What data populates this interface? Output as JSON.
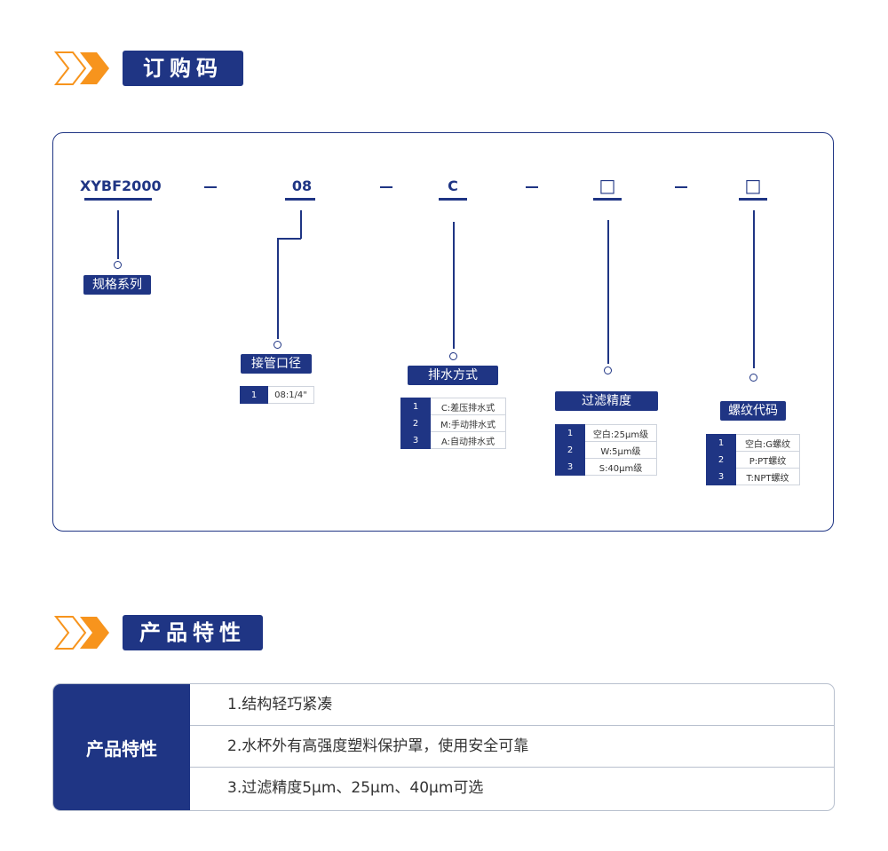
{
  "colors": {
    "brand": "#1f3584",
    "accent": "#f7941d"
  },
  "order_section": {
    "title": "订购码"
  },
  "features_section": {
    "title": "产品特性"
  },
  "code": {
    "parts": [
      "XYBF2000",
      "08",
      "C",
      "□",
      "□"
    ]
  },
  "groups": [
    {
      "label": "规格系列",
      "options": []
    },
    {
      "label": "接管口径",
      "options": [
        {
          "num": "1",
          "text": "08:1/4\""
        }
      ]
    },
    {
      "label": "排水方式",
      "options": [
        {
          "num": "1",
          "text": "C:差压排水式"
        },
        {
          "num": "2",
          "text": "M:手动排水式"
        },
        {
          "num": "3",
          "text": "A:自动排水式"
        }
      ]
    },
    {
      "label": "过滤精度",
      "options": [
        {
          "num": "1",
          "text": "空白:25μm级"
        },
        {
          "num": "2",
          "text": "W:5μm级"
        },
        {
          "num": "3",
          "text": "S:40μm级"
        }
      ]
    },
    {
      "label": "螺纹代码",
      "options": [
        {
          "num": "1",
          "text": "空白:G螺纹"
        },
        {
          "num": "2",
          "text": "P:PT螺纹"
        },
        {
          "num": "3",
          "text": "T:NPT螺纹"
        }
      ]
    }
  ],
  "features": {
    "label": "产品特性",
    "items": [
      "1.结构轻巧紧凑",
      "2.水杯外有高强度塑料保护罩，使用安全可靠",
      "3.过滤精度5μm、25μm、40μm可选"
    ]
  }
}
